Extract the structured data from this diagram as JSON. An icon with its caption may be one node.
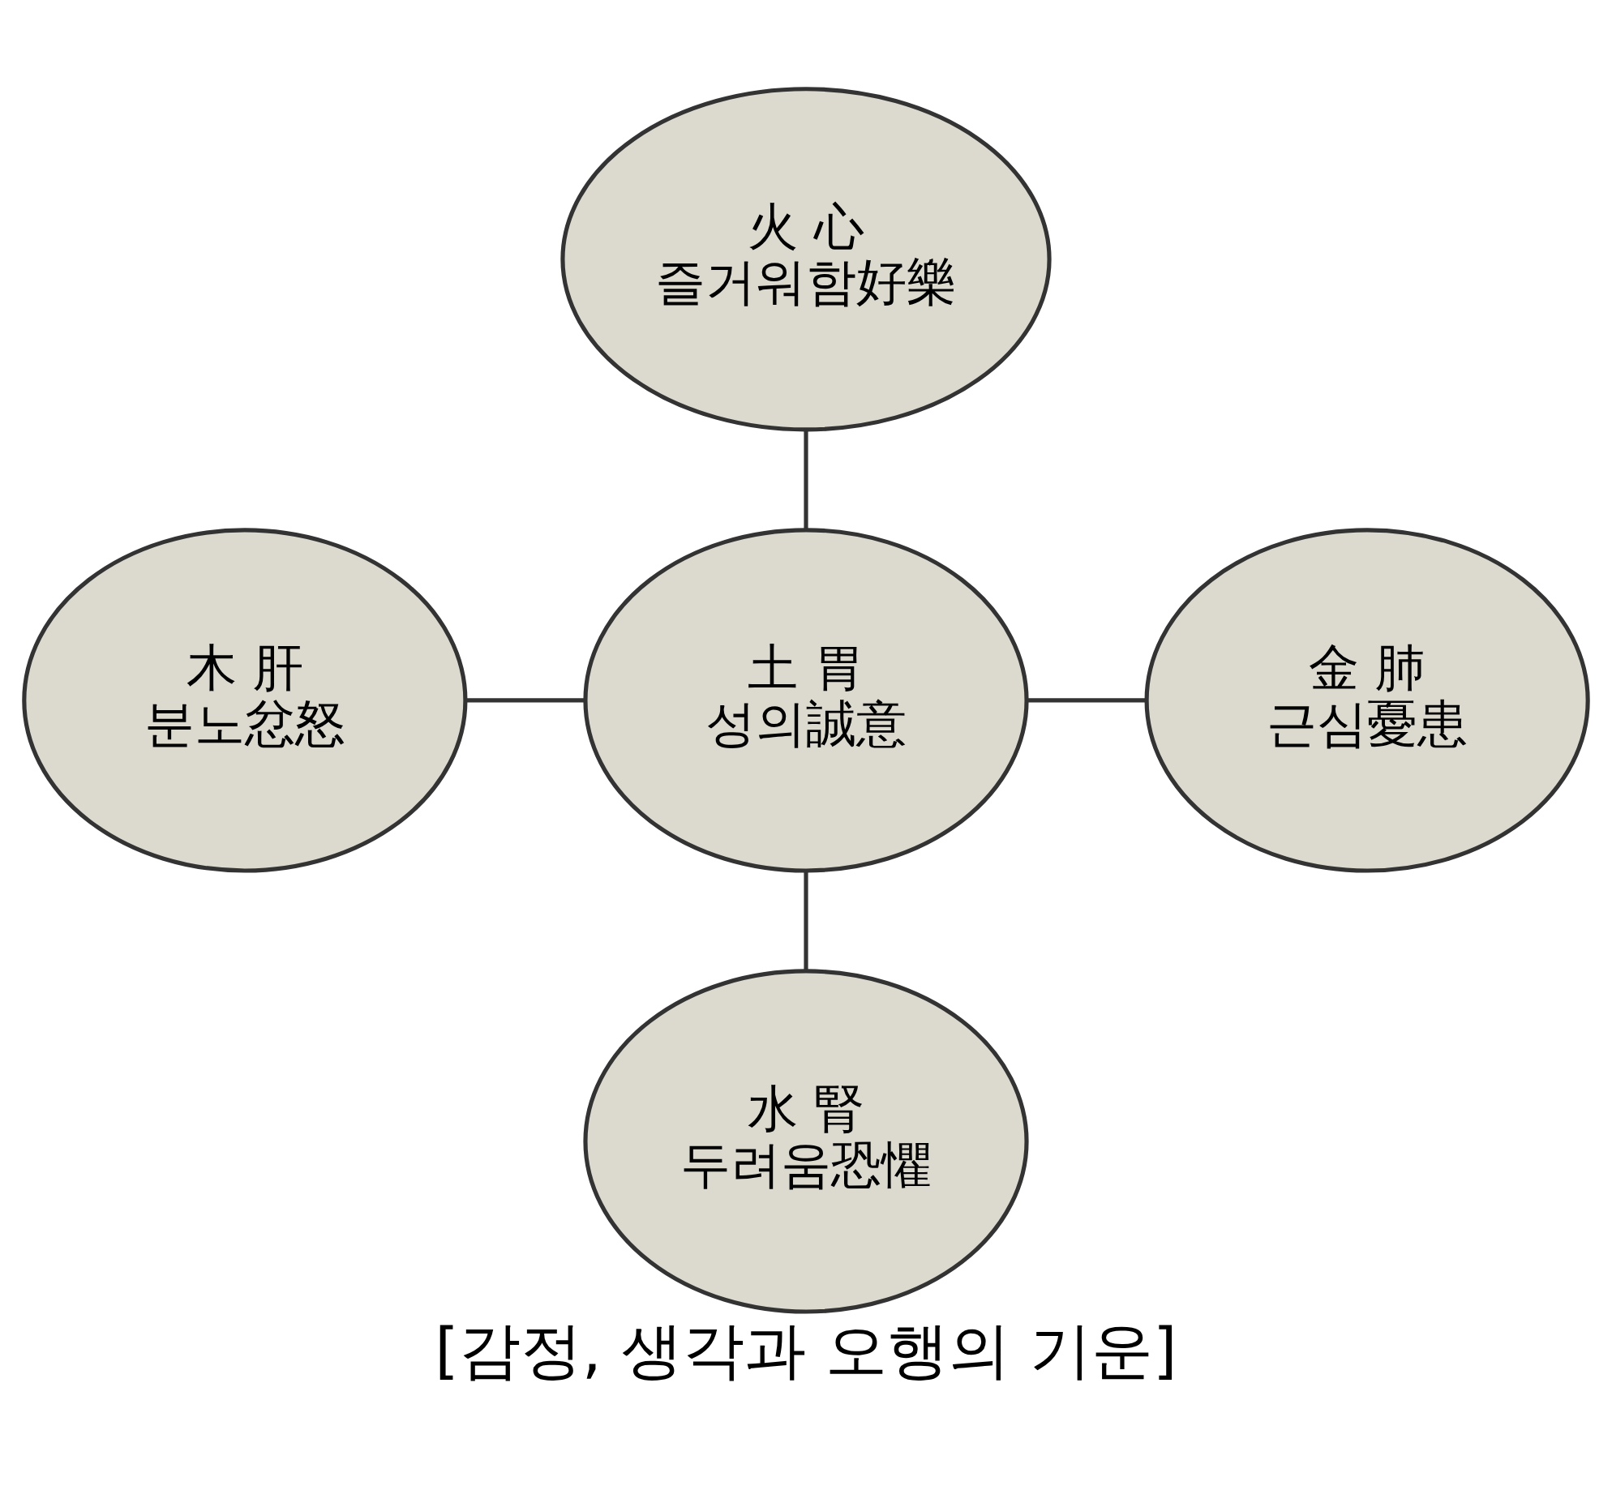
{
  "diagram": {
    "caption": "[감정, 생각과 오행의 기운]",
    "nodes": [
      {
        "text": [
          "火 心",
          "즐거워함好樂"
        ]
      },
      {
        "text": [
          "木 肝",
          "분노忿怒"
        ]
      },
      {
        "text": [
          "土 胃",
          "성의誠意"
        ]
      },
      {
        "text": [
          "金 肺",
          "근심憂患"
        ]
      },
      {
        "text": [
          "水 腎",
          "두려움恐懼"
        ]
      }
    ],
    "edges": [
      {
        "from": 0,
        "to": 2,
        "arrow": "none"
      },
      {
        "from": 1,
        "to": 2,
        "arrow": "none"
      },
      {
        "from": 2,
        "to": 3,
        "arrow": "none"
      },
      {
        "from": 2,
        "to": 4,
        "arrow": "none"
      }
    ]
  }
}
